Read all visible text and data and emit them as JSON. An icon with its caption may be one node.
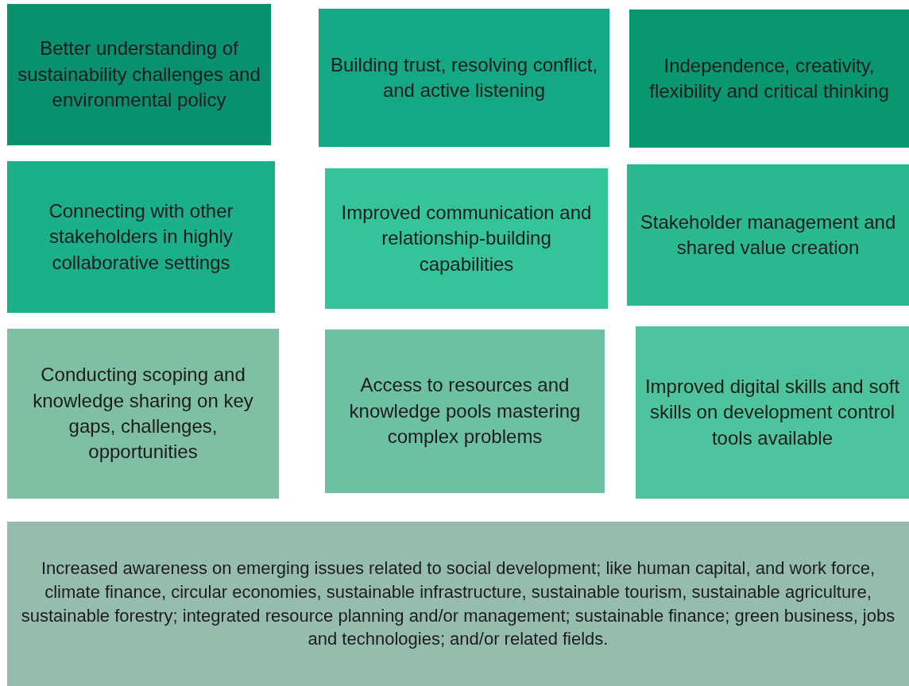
{
  "diagram": {
    "nodes": [
      {
        "text": [
          "Better understanding of sustainability challenges and environmental policy"
        ]
      },
      {
        "text": [
          "Building trust, resolving conflict, and active listening"
        ]
      },
      {
        "text": [
          "Independence, creativity, flexibility and critical thinking"
        ]
      },
      {
        "text": [
          "Connecting with other stakeholders in highly collaborative settings"
        ]
      },
      {
        "text": [
          "Improved communication and relationship-building capabilities"
        ]
      },
      {
        "text": [
          "Stakeholder management and shared value creation"
        ]
      },
      {
        "text": [
          "Conducting scoping and knowledge sharing on key gaps, challenges, opportunities"
        ]
      },
      {
        "text": [
          "Access to resources and knowledge pools mastering complex problems"
        ]
      },
      {
        "text": [
          "Improved digital skills and soft skills on development control tools available"
        ]
      },
      {
        "text": [
          "Increased awareness on emerging issues related to social development; like human capital, and work force, climate finance, circular economies, sustainable infrastructure, sustainable tourism, sustainable agriculture, sustainable forestry; integrated resource planning and/or management; sustainable finance; green business, jobs and technologies; and/or related fields."
        ]
      }
    ]
  }
}
